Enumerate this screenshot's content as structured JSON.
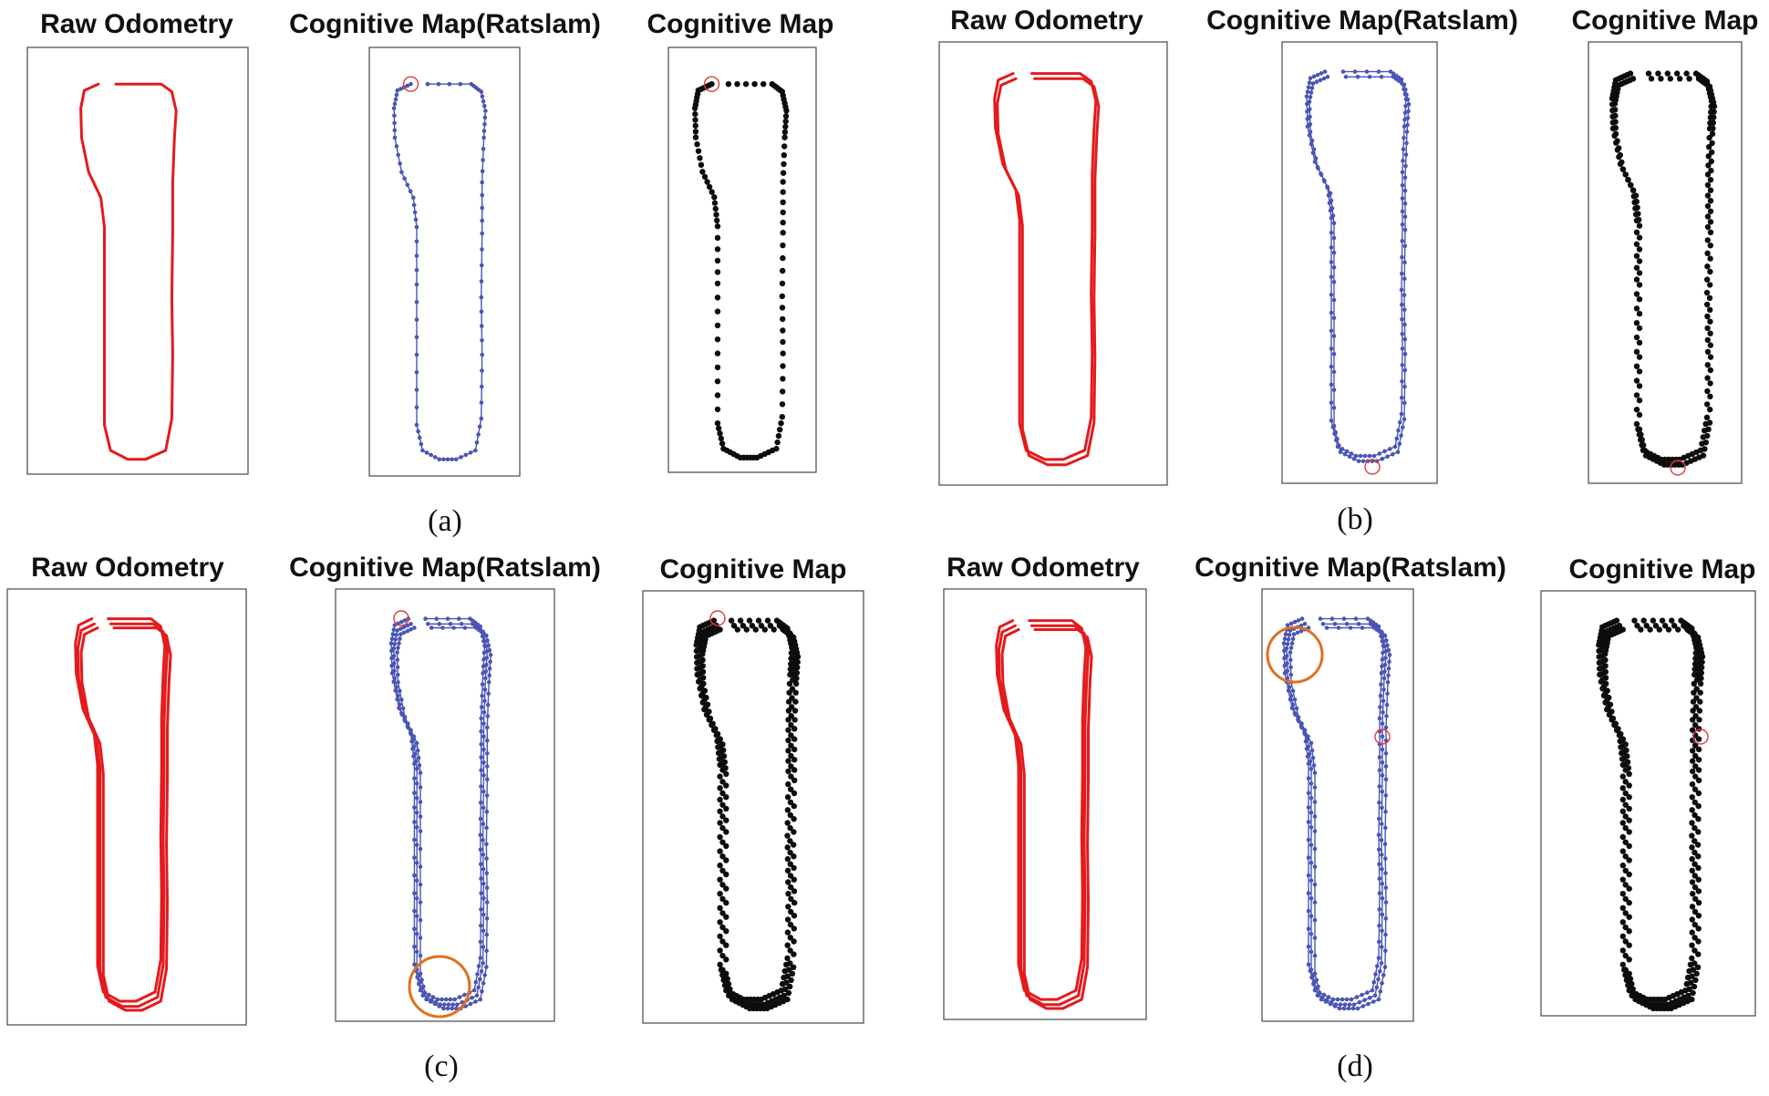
{
  "colors": {
    "odometry": "#e41a1c",
    "ratslam": "#4a55b5",
    "cognitive": "#0d0d0d",
    "highlight_small": "#e23b3b",
    "highlight_large": "#e07020"
  },
  "panel_titles": {
    "raw": "Raw Odometry",
    "ratslam": "Cognitive Map(Ratslam)",
    "cognitive": "Cognitive Map"
  },
  "groups": [
    {
      "caption": "(a)",
      "laps": 1
    },
    {
      "caption": "(b)",
      "laps": 2
    },
    {
      "caption": "(c)",
      "laps": 3
    },
    {
      "caption": "(d)",
      "laps": 3
    }
  ]
}
